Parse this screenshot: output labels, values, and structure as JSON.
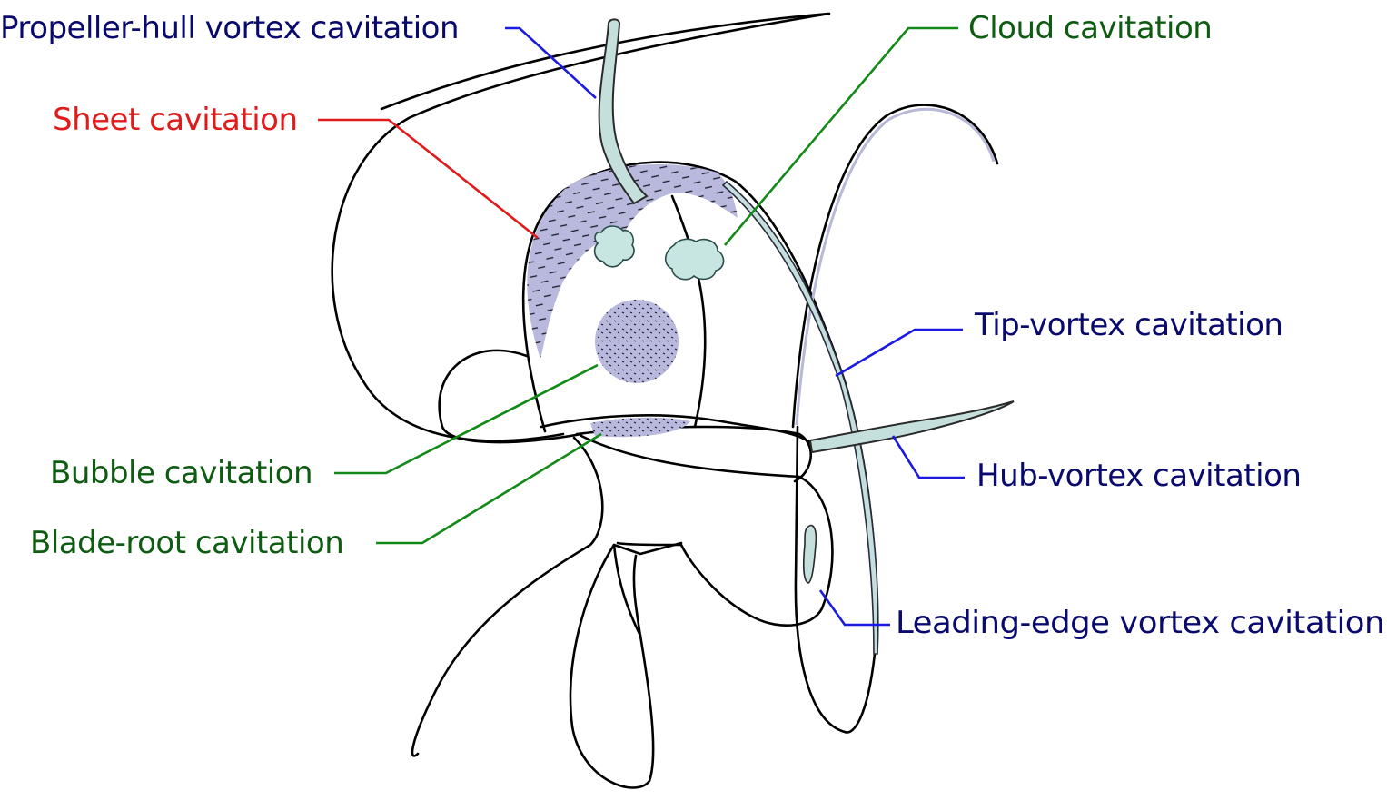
{
  "colors": {
    "navy": "#0a0a6e",
    "red": "#e01b1b",
    "green": "#0d5c12",
    "blue_leader": "#1a1ae0",
    "green_leader": "#138a18",
    "sheet_fill": "#b9b9de",
    "cloud_fill": "#c7e6e1",
    "vortex_fill": "#c5e0dc"
  },
  "labels": {
    "propeller_hull": "Propeller-hull vortex cavitation",
    "sheet": "Sheet cavitation",
    "cloud": "Cloud cavitation",
    "tip_vortex": "Tip-vortex cavitation",
    "hub_vortex": "Hub-vortex cavitation",
    "bubble": "Bubble cavitation",
    "blade_root": "Blade-root cavitation",
    "leading_edge": "Leading-edge vortex cavitation"
  }
}
